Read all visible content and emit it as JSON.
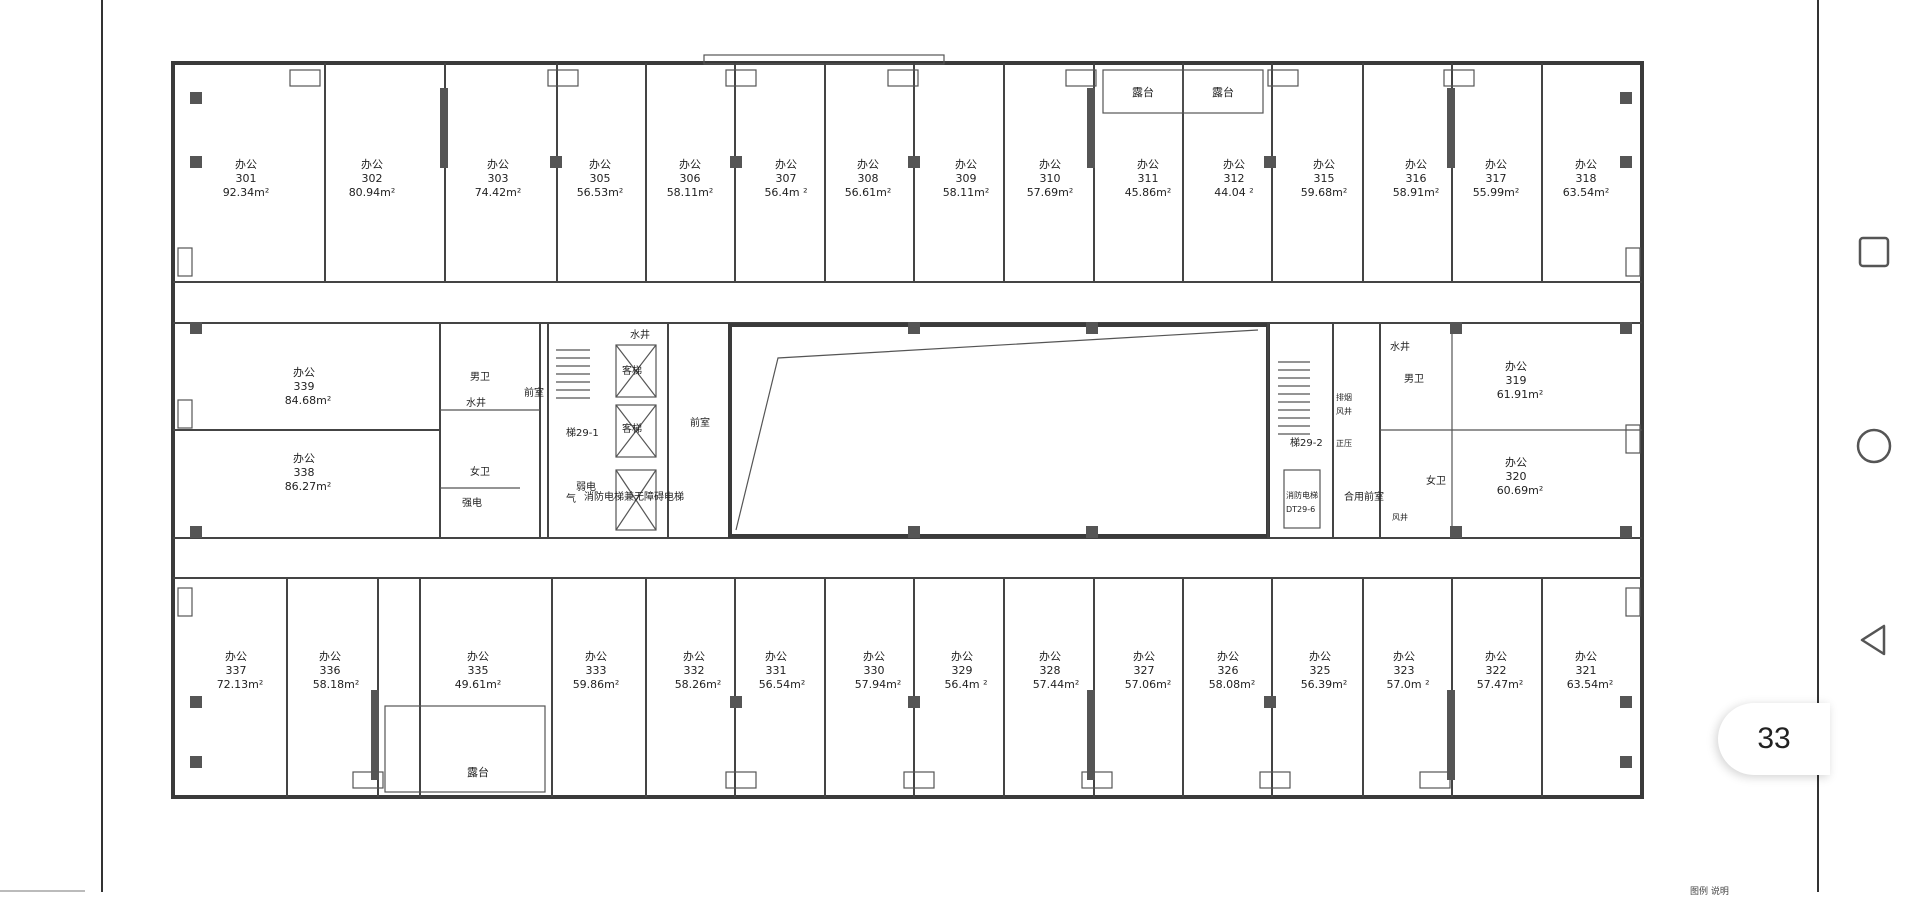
{
  "viewer": {
    "page_number": "33",
    "nav_buttons": [
      "recent-apps",
      "home",
      "back"
    ],
    "bottom_note": "图例  说明"
  },
  "floor_plan": {
    "top_rooms": [
      {
        "type": "办公",
        "number": "301",
        "area": "92.34m²"
      },
      {
        "type": "办公",
        "number": "302",
        "area": "80.94m²"
      },
      {
        "type": "办公",
        "number": "303",
        "area": "74.42m²"
      },
      {
        "type": "办公",
        "number": "305",
        "area": "56.53m²"
      },
      {
        "type": "办公",
        "number": "306",
        "area": "58.11m²"
      },
      {
        "type": "办公",
        "number": "307",
        "area": "56.4m ²"
      },
      {
        "type": "办公",
        "number": "308",
        "area": "56.61m²"
      },
      {
        "type": "办公",
        "number": "309",
        "area": "58.11m²"
      },
      {
        "type": "办公",
        "number": "310",
        "area": "57.69m²"
      },
      {
        "type": "办公",
        "number": "311",
        "area": "45.86m²"
      },
      {
        "type": "办公",
        "number": "312",
        "area": "44.04 ²"
      },
      {
        "type": "办公",
        "number": "315",
        "area": "59.68m²"
      },
      {
        "type": "办公",
        "number": "316",
        "area": "58.91m²"
      },
      {
        "type": "办公",
        "number": "317",
        "area": "55.99m²"
      },
      {
        "type": "办公",
        "number": "318",
        "area": "63.54m²"
      }
    ],
    "bottom_rooms": [
      {
        "type": "办公",
        "number": "337",
        "area": "72.13m²"
      },
      {
        "type": "办公",
        "number": "336",
        "area": "58.18m²"
      },
      {
        "type": "办公",
        "number": "335",
        "area": "49.61m²"
      },
      {
        "type": "办公",
        "number": "333",
        "area": "59.86m²"
      },
      {
        "type": "办公",
        "number": "332",
        "area": "58.26m²"
      },
      {
        "type": "办公",
        "number": "331",
        "area": "56.54m²"
      },
      {
        "type": "办公",
        "number": "330",
        "area": "57.94m²"
      },
      {
        "type": "办公",
        "number": "329",
        "area": "56.4m ²"
      },
      {
        "type": "办公",
        "number": "328",
        "area": "57.44m²"
      },
      {
        "type": "办公",
        "number": "327",
        "area": "57.06m²"
      },
      {
        "type": "办公",
        "number": "326",
        "area": "58.08m²"
      },
      {
        "type": "办公",
        "number": "325",
        "area": "56.39m²"
      },
      {
        "type": "办公",
        "number": "323",
        "area": "57.0m ²"
      },
      {
        "type": "办公",
        "number": "322",
        "area": "57.47m²"
      },
      {
        "type": "办公",
        "number": "321",
        "area": "63.54m²"
      }
    ],
    "middle_rooms": [
      {
        "type": "办公",
        "number": "339",
        "area": "84.68m²"
      },
      {
        "type": "办公",
        "number": "338",
        "area": "86.27m²"
      },
      {
        "type": "办公",
        "number": "319",
        "area": "61.91m²"
      },
      {
        "type": "办公",
        "number": "320",
        "area": "60.69m²"
      }
    ],
    "balconies": [
      "露台",
      "露台",
      "露台"
    ],
    "core_labels": {
      "male_wc_left": "男卫",
      "water_well_left": "水井",
      "female_wc_left": "女卫",
      "strong_power": "强电",
      "stair_left": "梯29-1",
      "elevator_a": "客梯",
      "elevator_b": "客梯",
      "fire_elevator": "消防电梯兼无障碍电梯",
      "weak_power": "弱电",
      "gas": "气",
      "corridor_left": "前室",
      "corridor_mid": "前室",
      "water_top": "水井",
      "stair_right": "梯29-2",
      "male_wc_right": "男卫",
      "female_wc_right": "女卫",
      "water_right": "水井",
      "shared_room": "合用前室",
      "right_elevator": "消防电梯",
      "right_elevator_code": "DT29-6",
      "wind": "风井",
      "smoke": "排烟",
      "pressure": "正压",
      "right_alt": "风井"
    }
  }
}
